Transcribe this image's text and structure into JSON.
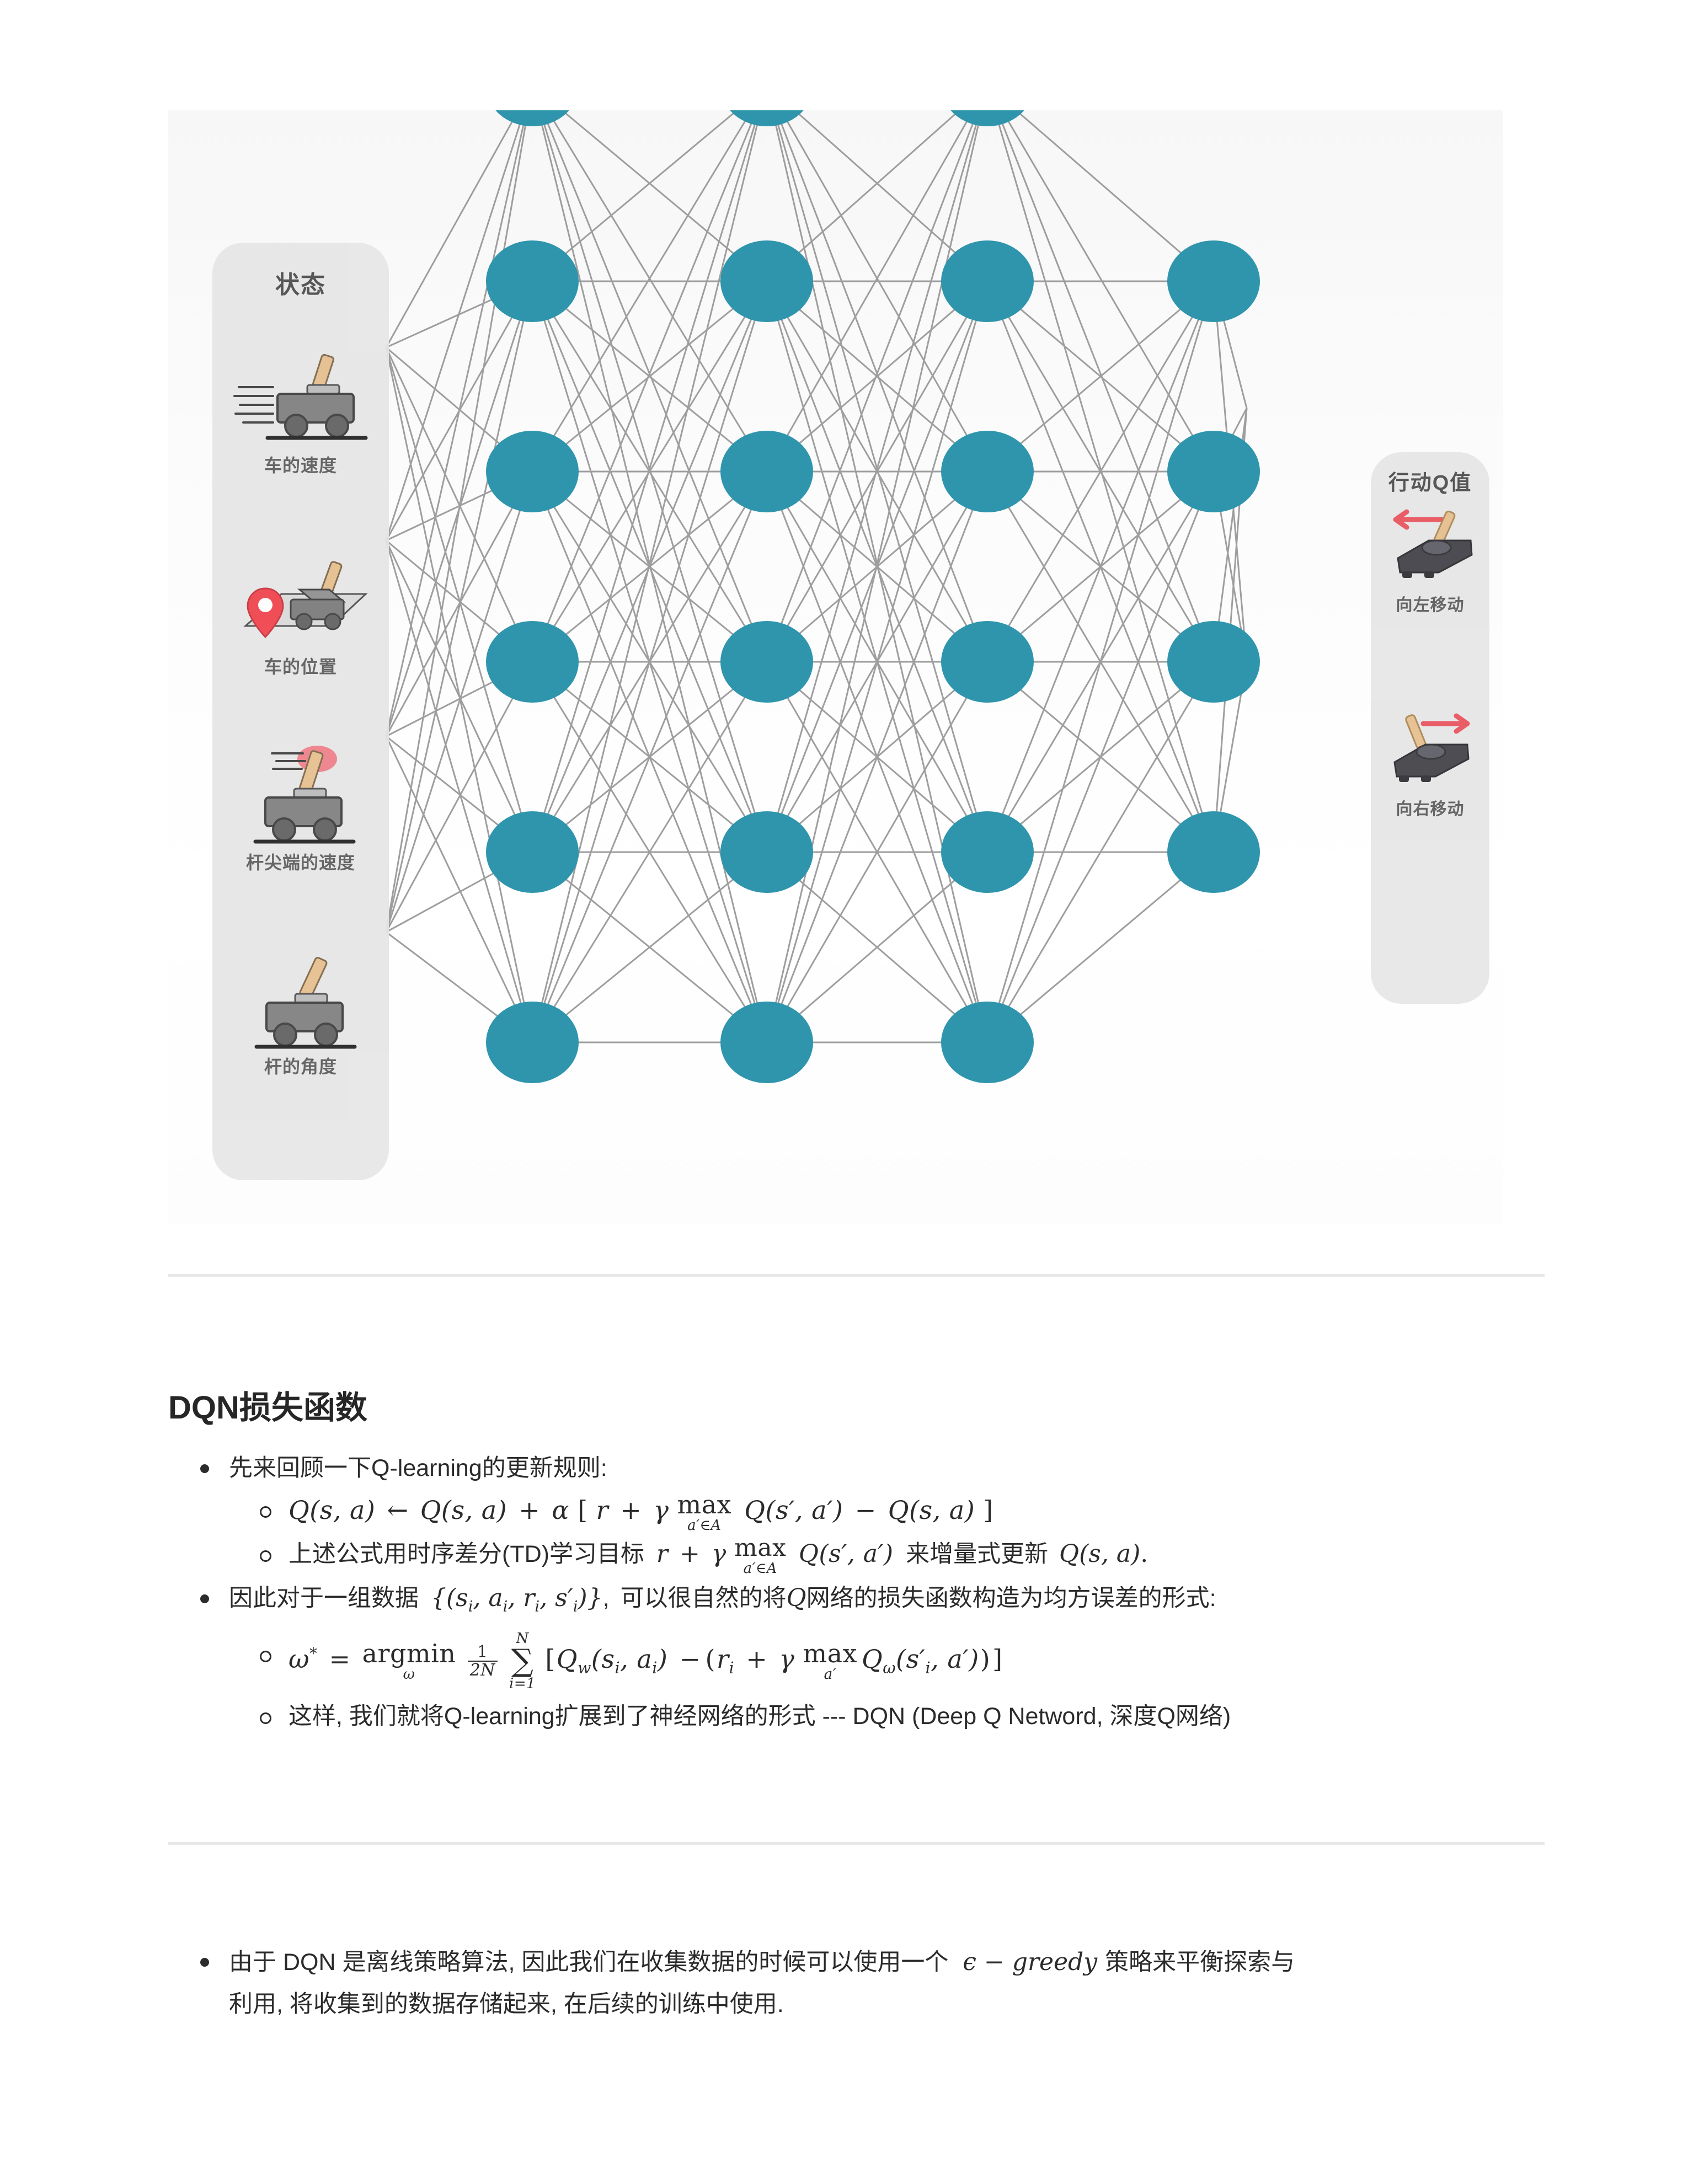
{
  "figure": {
    "name": "dqn-network-diagram",
    "node_color": "#2e95ad",
    "edge_color": "#8e8e8e",
    "panel_color": "#e6e6e6",
    "state_panel": {
      "title": "状态",
      "items": [
        {
          "icon": "cart-velocity-icon",
          "caption": "车的速度"
        },
        {
          "icon": "cart-position-icon",
          "caption": "车的位置"
        },
        {
          "icon": "pole-tip-velocity-icon",
          "caption": "杆尖端的速度"
        },
        {
          "icon": "pole-angle-icon",
          "caption": "杆的角度"
        }
      ]
    },
    "action_panel": {
      "title": "行动Q值",
      "items": [
        {
          "icon": "joystick-left-icon",
          "caption": "向左移动"
        },
        {
          "icon": "joystick-right-icon",
          "caption": "向右移动"
        }
      ]
    },
    "network": {
      "layers": [
        {
          "name": "hidden-1",
          "nodes": 6
        },
        {
          "name": "hidden-2",
          "nodes": 6
        },
        {
          "name": "hidden-3",
          "nodes": 6
        },
        {
          "name": "output",
          "nodes": 4
        }
      ]
    }
  },
  "section": {
    "title": "DQN损失函数",
    "bullets": [
      {
        "text": "先来回顾一下Q-learning的更新规则:",
        "children": [
          {
            "kind": "math",
            "id": "q_update"
          },
          {
            "kind": "mixed",
            "id": "td_target"
          }
        ]
      },
      {
        "kind": "mixed",
        "id": "mse_intro",
        "children": [
          {
            "kind": "math",
            "id": "argmin_loss"
          },
          {
            "kind": "text",
            "text": "这样, 我们就将Q-learning扩展到了神经网络的形式 --- DQN (Deep Q Netword, 深度Q网络)"
          }
        ]
      }
    ],
    "math": {
      "q_update": {
        "latex": "Q(s,a) \\leftarrow Q(s,a) + \\alpha[r + \\gamma \\max_{a' \\in A} Q(s',a') - Q(s,a)]",
        "parts": {
          "lhs": "Q(s, a)",
          "arrow": "←",
          "rhs_1": "Q(s, a)",
          "plus": "+",
          "alpha": "α",
          "open": "[",
          "r": "r",
          "gamma": "γ",
          "max": "max",
          "maxsub": "a′∈A",
          "qnext": "Q(s′, a′)",
          "minus": "−",
          "qlast": "Q(s, a)",
          "close": "]"
        }
      },
      "td_target": {
        "prefix": "上述公式用时序差分(TD)学习目标",
        "expr_r": "r",
        "expr_plus": "+",
        "expr_gamma": "γ",
        "expr_max": "max",
        "expr_maxsub": "a′∈A",
        "expr_q": "Q(s′, a′)",
        "middle": "来增量式更新",
        "tail_q": "Q(s, a)",
        "period": "."
      },
      "mse_intro": {
        "prefix": "因此对于一组数据",
        "set": "{(s",
        "set_sub1": "i",
        "set_mid1": ", a",
        "set_sub2": "i",
        "set_mid2": ", r",
        "set_sub3": "i",
        "set_mid3": ", s′",
        "set_sub4": "i",
        "set_close": ")}",
        "comma": ",",
        "mid": "可以很自然的将",
        "q": "Q",
        "suffix": "网络的损失函数构造为均方误差的形式:"
      },
      "argmin_loss": {
        "latex": "\\omega^* = \\operatorname*{argmin}_{\\omega} \\frac{1}{2N} \\sum_{i=1}^{N} [Q_w(s_i,a_i) - (r_i + \\gamma \\max_{a'} Q_\\omega(s'_i,a'))]",
        "omega": "ω",
        "star": "*",
        "eq": "=",
        "argmin": "argmin",
        "argmin_sub": "ω",
        "frac_num": "1",
        "frac_den": "2N",
        "sum_over": "N",
        "sum_glyph": "∑",
        "sum_under": "i=1",
        "open": "[",
        "qw": "Q",
        "qw_sub": "w",
        "qw_args": "(s",
        "qw_args_sub1": "i",
        "qw_args_mid": ", a",
        "qw_args_sub2": "i",
        "qw_args_close": ")",
        "minus": "−",
        "paren_open": "(",
        "r": "r",
        "r_sub": "i",
        "plus": "+",
        "gamma": "γ",
        "max": "max",
        "max_sub": "a′",
        "qo": "Q",
        "qo_sub": "ω",
        "qo_args": "(s′",
        "qo_args_sub": "i",
        "qo_args_mid": ", a′",
        "qo_args_close": ")",
        "paren_close": ")",
        "close": "]"
      }
    }
  },
  "tail": {
    "prefix": "由于 DQN 是离线策略算法, 因此我们在收集数据的时候可以使用一个",
    "epsilon_greedy": "ϵ − greedy",
    "middle": "策略来平衡探索与",
    "line2": "利用, 将收集到的数据存储起来, 在后续的训练中使用."
  }
}
